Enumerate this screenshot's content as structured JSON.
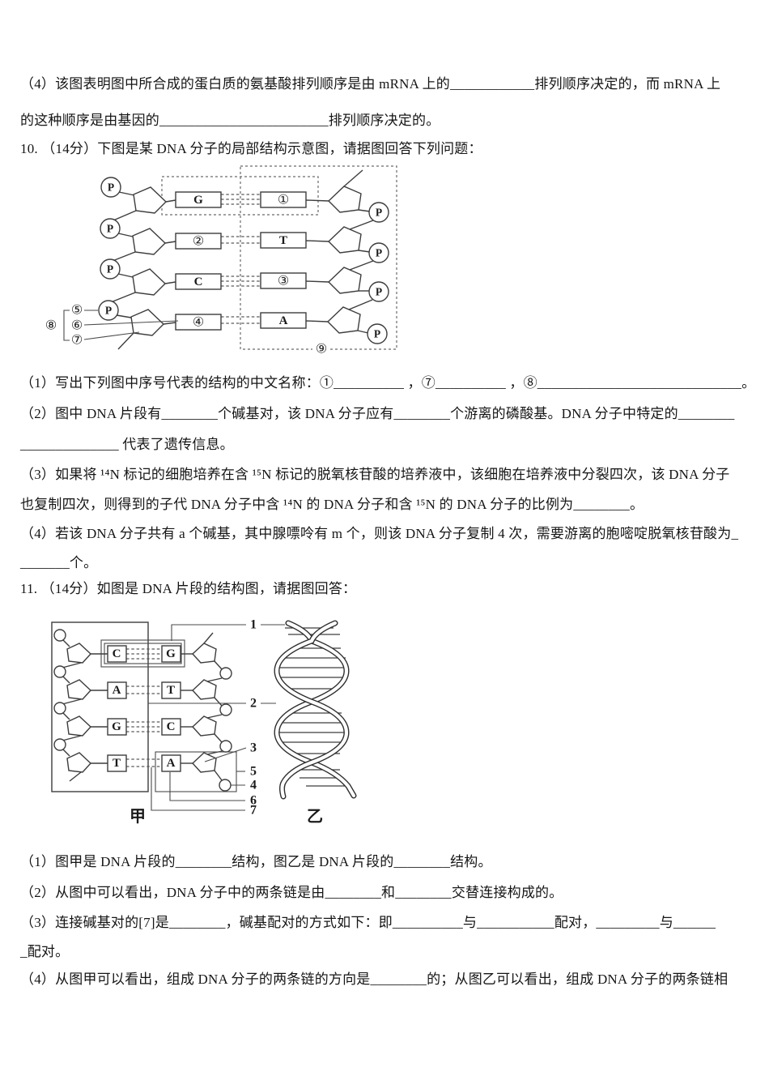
{
  "q9": {
    "line1": "（4）该图表明图中所合成的蛋白质的氨基酸排列顺序是由 mRNA 上的____________排列顺序决定的，而 mRNA 上",
    "line2": "的这种顺序是由基因的________________________排列顺序决定的。"
  },
  "q10": {
    "header": "10. （14分）下图是某 DNA 分子的局部结构示意图，请据图回答下列问题：",
    "lines": [
      "（1）写出下列图中序号代表的结构的中文名称：①__________ ，⑦__________ ，⑧_____________________________。",
      "（2）图中 DNA 片段有________个碱基对，该 DNA 分子应有________个游离的磷酸基。DNA 分子中特定的________",
      "______________ 代表了遗传信息。",
      "（3）如果将 ¹⁴N 标记的细胞培养在含 ¹⁵N 标记的脱氧核苷酸的培养液中，该细胞在培养液中分裂四次，该 DNA 分子",
      "也复制四次，则得到的子代 DNA 分子中含 ¹⁴N 的 DNA 分子和含 ¹⁵N 的 DNA 分子的比例为________。",
      "（4）若该 DNA 分子共有 a 个碱基，其中腺嘌呤有 m 个，则该 DNA 分子复制 4 次，需要游离的胞嘧啶脱氧核苷酸为_",
      "_______个。"
    ]
  },
  "q11": {
    "header": "11. （14分）如图是 DNA 片段的结构图，请据图回答：",
    "lines": [
      "（1）图甲是 DNA 片段的________结构，图乙是 DNA 片段的________结构。",
      "（2）从图中可以看出，DNA 分子中的两条链是由________和________交替连接构成的。",
      "（3）连接碱基对的[7]是________，碱基配对的方式如下：即__________与___________配对，_________与______",
      "_配对。",
      "（4）从图甲可以看出，组成 DNA 分子的两条链的方向是________的；从图乙可以看出，组成 DNA 分子的两条链相"
    ]
  },
  "d1": {
    "phosphate": "P",
    "left_bases": [
      "G",
      "②",
      "C",
      "④"
    ],
    "right_bases": [
      "①",
      "T",
      "③",
      "A"
    ],
    "callout_5": "⑤",
    "callout_6": "⑥",
    "callout_7": "⑦",
    "callout_8": "⑧",
    "callout_9": "⑨"
  },
  "d2": {
    "jia_left_bases": [
      "C",
      "A",
      "G",
      "T"
    ],
    "jia_right_bases": [
      "G",
      "T",
      "C",
      "A"
    ],
    "label_1": "1",
    "label_2": "2",
    "label_3": "3",
    "label_4": "4",
    "label_5": "5",
    "label_6": "6",
    "label_7": "7",
    "jia_caption": "甲",
    "yi_caption": "乙"
  }
}
